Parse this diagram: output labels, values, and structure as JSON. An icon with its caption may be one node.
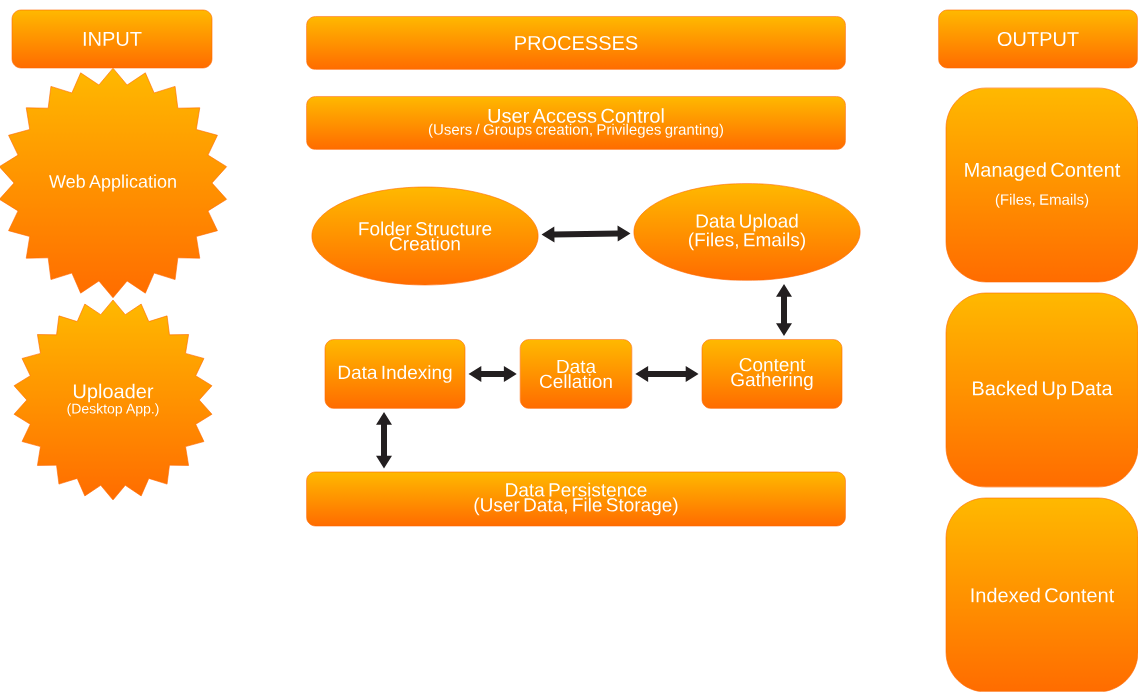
{
  "diagram": {
    "nodes": [
      {
        "text": [
          "INPUT"
        ]
      },
      {
        "text": [
          "Web Application"
        ]
      },
      {
        "text": [
          "Uploader",
          "(Desktop App.)"
        ]
      },
      {
        "text": [
          "PROCESSES"
        ]
      },
      {
        "text": [
          "User Access Control",
          "(Users / Groups creation, Privileges granting)"
        ]
      },
      {
        "text": [
          "Folder Structure Creation"
        ]
      },
      {
        "text": [
          "Data Upload",
          "(Files, Emails)"
        ]
      },
      {
        "text": [
          "Data Indexing"
        ]
      },
      {
        "text": [
          "Data Cellation"
        ]
      },
      {
        "text": [
          "Content Gathering"
        ]
      },
      {
        "text": [
          "Data Persistence",
          "(User Data, File Storage)"
        ]
      },
      {
        "text": [
          "OUTPUT"
        ]
      },
      {
        "text": [
          "Managed Content",
          "(Files, Emails)"
        ]
      },
      {
        "text": [
          "Backed Up Data"
        ]
      },
      {
        "text": [
          "Indexed Content"
        ]
      }
    ],
    "edges": [
      {
        "from": 5,
        "to": 6,
        "arrow": "both"
      },
      {
        "from": 6,
        "to": 9,
        "arrow": "both"
      },
      {
        "from": 9,
        "to": 8,
        "arrow": "both"
      },
      {
        "from": 8,
        "to": 7,
        "arrow": "both"
      },
      {
        "from": 7,
        "to": 10,
        "arrow": "both"
      }
    ]
  }
}
